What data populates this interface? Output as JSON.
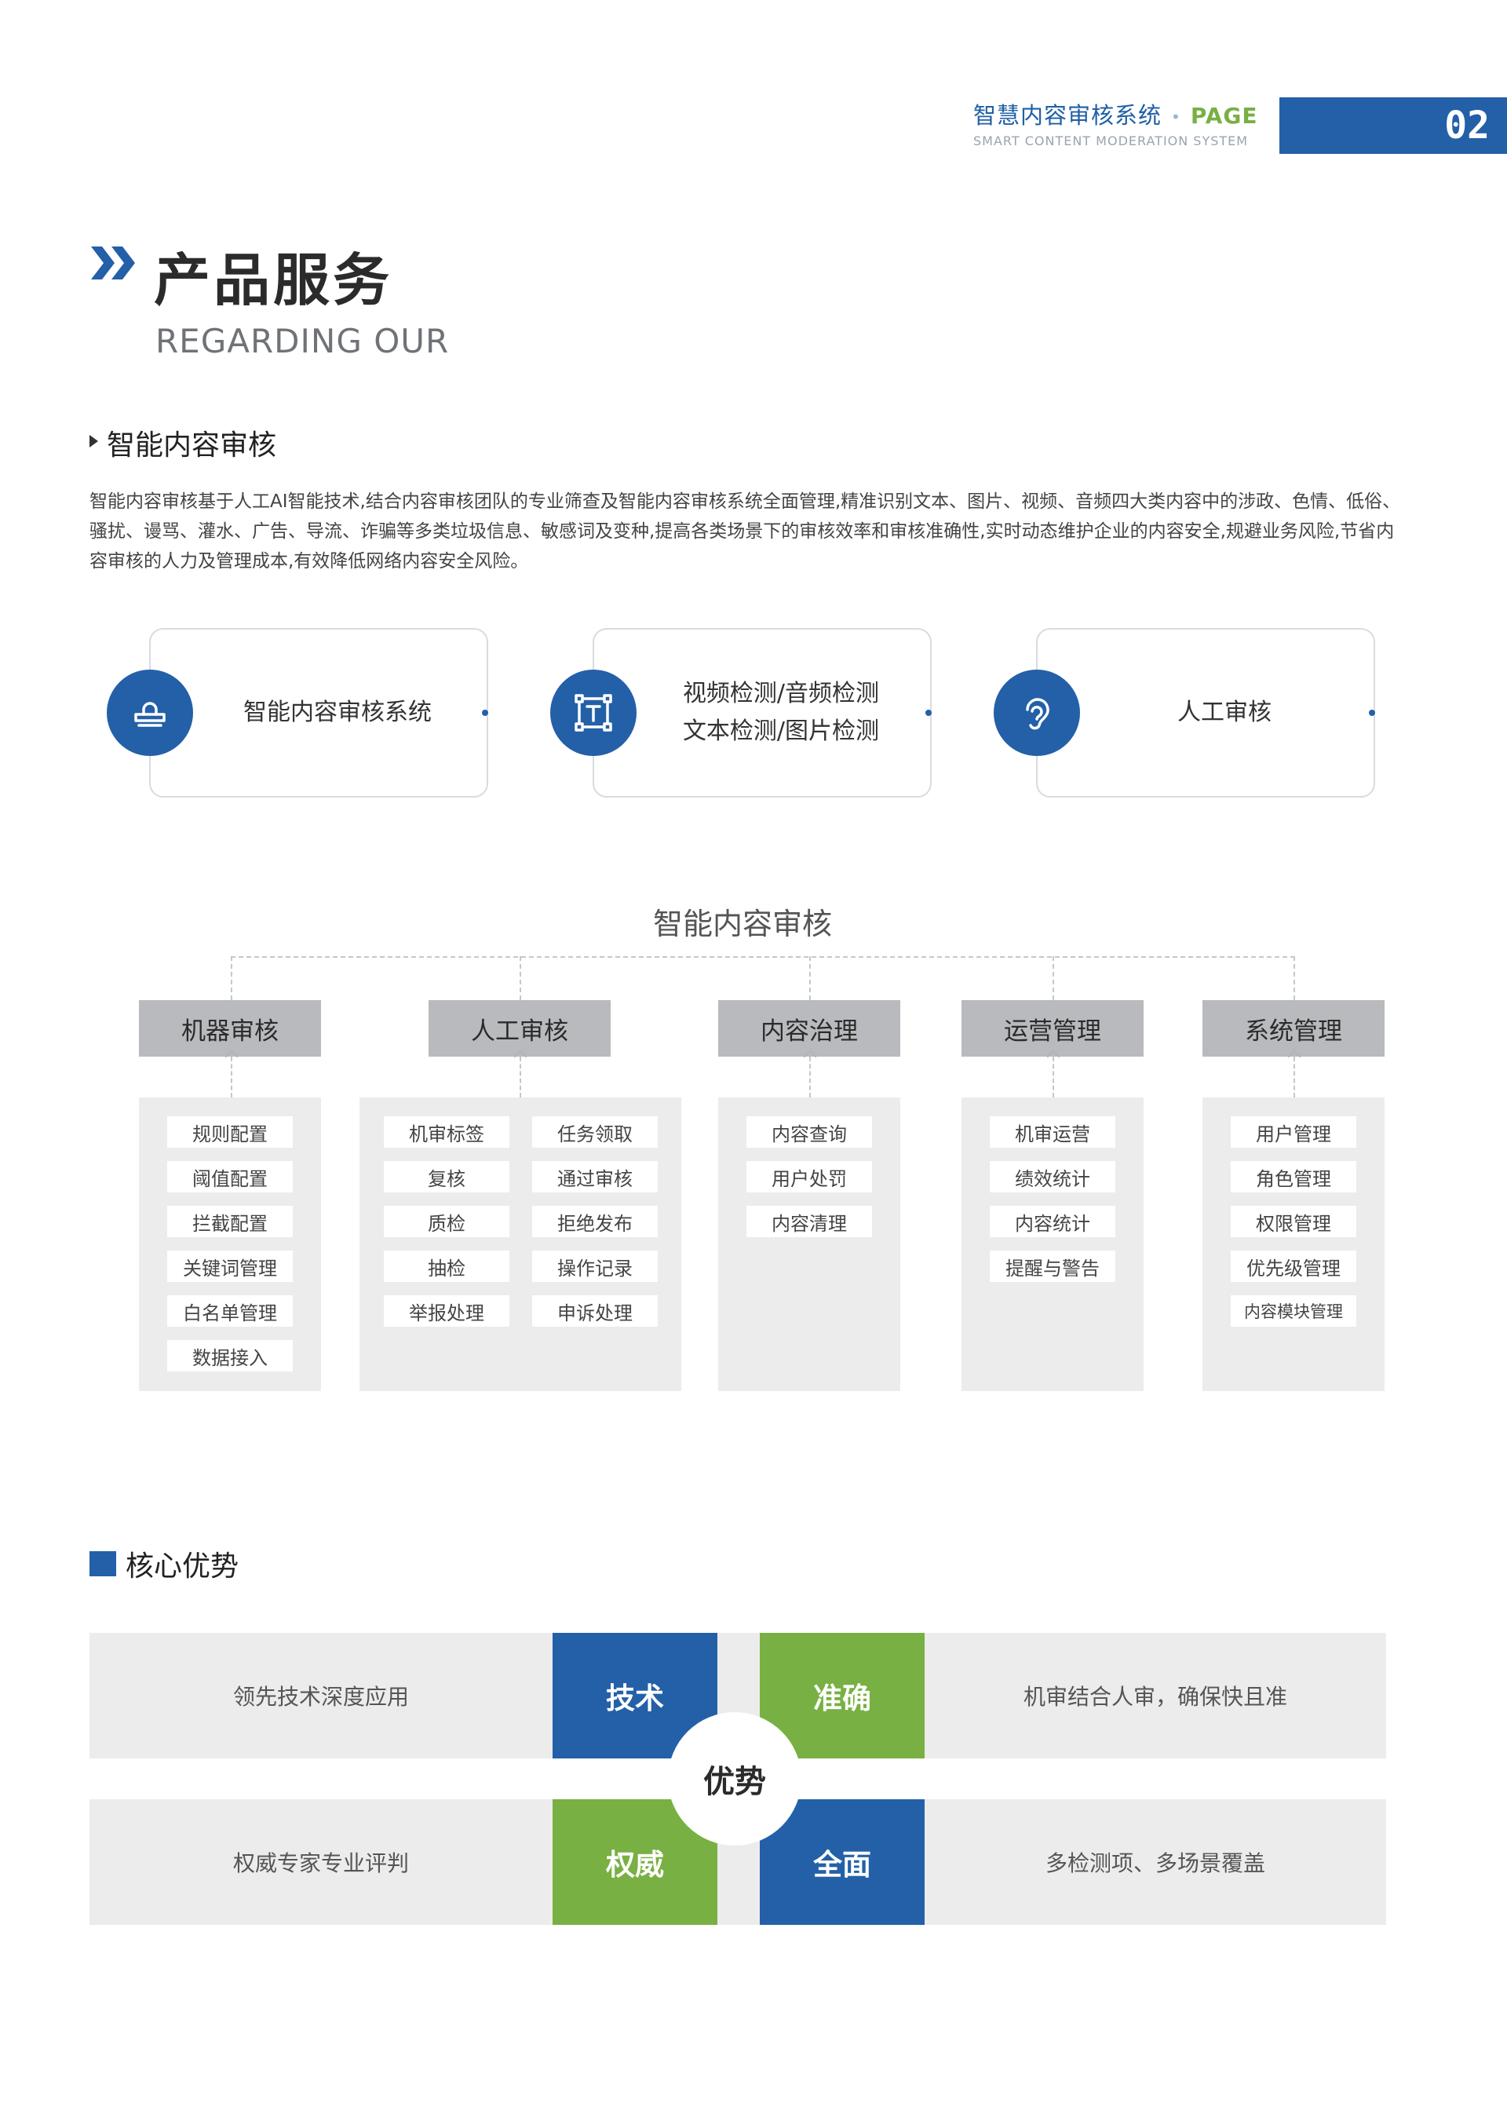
{
  "header": {
    "title": "智慧内容审核系统",
    "separator": "•",
    "page_label": "PAGE",
    "subtitle": "SMART CONTENT MODERATION SYSTEM",
    "page_number": "02"
  },
  "title": {
    "main": "产品服务",
    "sub": "REGARDING OUR"
  },
  "section1": {
    "title": "智能内容审核",
    "paragraph": "智能内容审核基于人工AI智能技术,结合内容审核团队的专业筛查及智能内容审核系统全面管理,精准识别文本、图片、视频、音频四大类内容中的涉政、色情、低俗、骚扰、谩骂、灌水、广告、导流、诈骗等多类垃圾信息、敏感词及变种,提高各类场景下的审核效率和审核准确性,实时动态维护企业的内容安全,规避业务风险,节省内容审核的人力及管理成本,有效降低网络内容安全风险。"
  },
  "cards": [
    {
      "icon": "stamp-icon",
      "lines": [
        "智能内容审核系统"
      ]
    },
    {
      "icon": "text-frame-icon",
      "lines": [
        "视频检测/音频检测",
        "文本检测/图片检测"
      ]
    },
    {
      "icon": "ear-icon",
      "lines": [
        "人工审核"
      ]
    }
  ],
  "org": {
    "title": "智能内容审核",
    "columns": [
      {
        "name": "机器审核",
        "items": [
          "规则配置",
          "阈值配置",
          "拦截配置",
          "关键词管理",
          "白名单管理",
          "数据接入"
        ]
      },
      {
        "name": "人工审核",
        "items_left": [
          "机审标签",
          "复核",
          "质检",
          "抽检",
          "举报处理"
        ],
        "items_right": [
          "任务领取",
          "通过审核",
          "拒绝发布",
          "操作记录",
          "申诉处理"
        ]
      },
      {
        "name": "内容治理",
        "items": [
          "内容查询",
          "用户处罚",
          "内容清理"
        ]
      },
      {
        "name": "运营管理",
        "items": [
          "机审运营",
          "绩效统计",
          "内容统计",
          "提醒与警告"
        ]
      },
      {
        "name": "系统管理",
        "items": [
          "用户管理",
          "角色管理",
          "权限管理",
          "优先级管理",
          "内容模块管理"
        ]
      }
    ]
  },
  "section2": {
    "title": "核心优势",
    "center": "优势",
    "row1": {
      "left_text": "领先技术深度应用",
      "left_block": "技术",
      "right_block": "准确",
      "right_text": "机审结合人审，确保快且准"
    },
    "row2": {
      "left_text": "权威专家专业评判",
      "left_block": "权威",
      "right_block": "全面",
      "right_text": "多检测项、多场景覆盖"
    }
  },
  "colors": {
    "blue": "#2360a8",
    "green": "#78b043",
    "gray_panel": "#ececec",
    "gray_header": "#b8babd"
  }
}
